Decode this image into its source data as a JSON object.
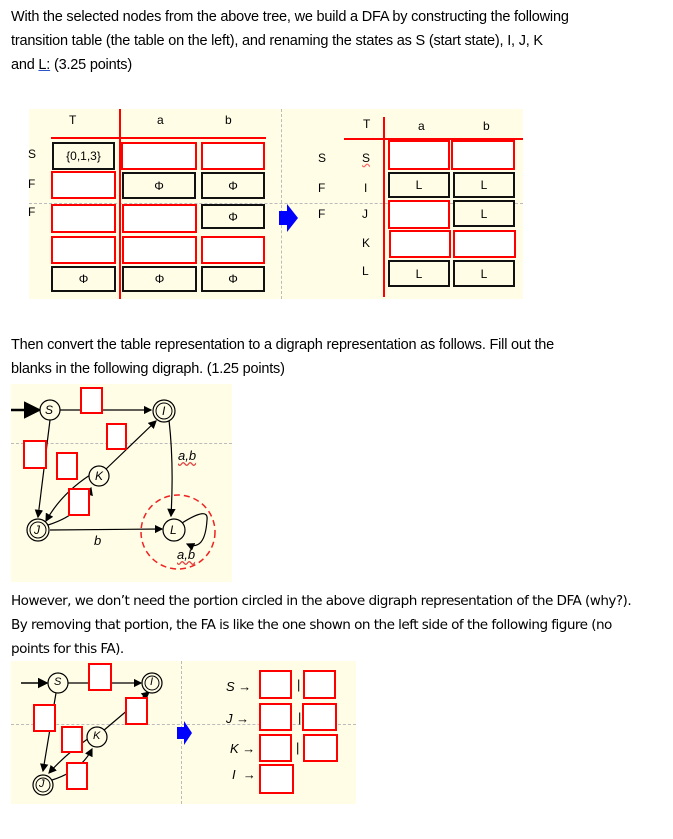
{
  "intro": {
    "line1": "With the selected nodes from the above tree, we build a DFA by constructing the following",
    "line2": "transition table (the table on the left), and renaming the states as S (start state), I, J, K",
    "line3_pre": "and ",
    "line3_link": "L:",
    "line3_post": " (3.25 points)"
  },
  "left_table": {
    "headers": {
      "T": "T",
      "a": "a",
      "b": "b"
    },
    "row_labels": [
      "S",
      "F",
      "F",
      "",
      ""
    ],
    "rows": [
      {
        "T": "{0,1,3}",
        "a": "",
        "b": ""
      },
      {
        "T": "",
        "a": "Φ",
        "b": "Φ"
      },
      {
        "T": "",
        "a": "",
        "b": "Φ"
      },
      {
        "T": "",
        "a": "",
        "b": ""
      },
      {
        "T": "Φ",
        "a": "Φ",
        "b": "Φ"
      }
    ]
  },
  "right_table": {
    "headers": {
      "T": "T",
      "a": "a",
      "b": "b"
    },
    "flags": [
      "S",
      "F",
      "F",
      "",
      ""
    ],
    "states": [
      "S",
      "I",
      "J",
      "K",
      "L"
    ],
    "rows": [
      {
        "a": "",
        "b": ""
      },
      {
        "a": "L",
        "b": "L"
      },
      {
        "a": "",
        "b": "L"
      },
      {
        "a": "",
        "b": ""
      },
      {
        "a": "L",
        "b": "L"
      }
    ]
  },
  "convert": {
    "line1": "Then convert the table representation to a digraph representation as follows. Fill out the",
    "line2": "blanks in the following digraph. (1.25 points)"
  },
  "digraph1": {
    "nodes": {
      "S": "S",
      "I": "I",
      "J": "J",
      "K": "K",
      "L": "L"
    },
    "edge_labels": {
      "I_to_L": "a,b",
      "J_to_L": "b",
      "L_loop": "a,b"
    }
  },
  "however": {
    "line1": "However, we don’t need the portion circled in the above digraph representation of the DFA (why?).",
    "line2": "By removing that portion, the FA is like the one shown on the left side of the following figure (no",
    "line3": "points for this FA)."
  },
  "digraph2": {
    "nodes": {
      "S": "S",
      "I": "I",
      "J": "J",
      "K": "K"
    }
  },
  "grammar": {
    "rows": [
      {
        "lhs": "S",
        "arrow": "→",
        "sep": "|"
      },
      {
        "lhs": "J",
        "arrow": "→",
        "sep": "|"
      },
      {
        "lhs": "K",
        "arrow": "→",
        "sep": "|"
      },
      {
        "lhs": "I",
        "arrow": "→",
        "sep": ""
      }
    ]
  },
  "colors": {
    "blank_border": "#ff0000",
    "panel_bg": "#fffde6",
    "arrow_blue": "#0000ff"
  }
}
